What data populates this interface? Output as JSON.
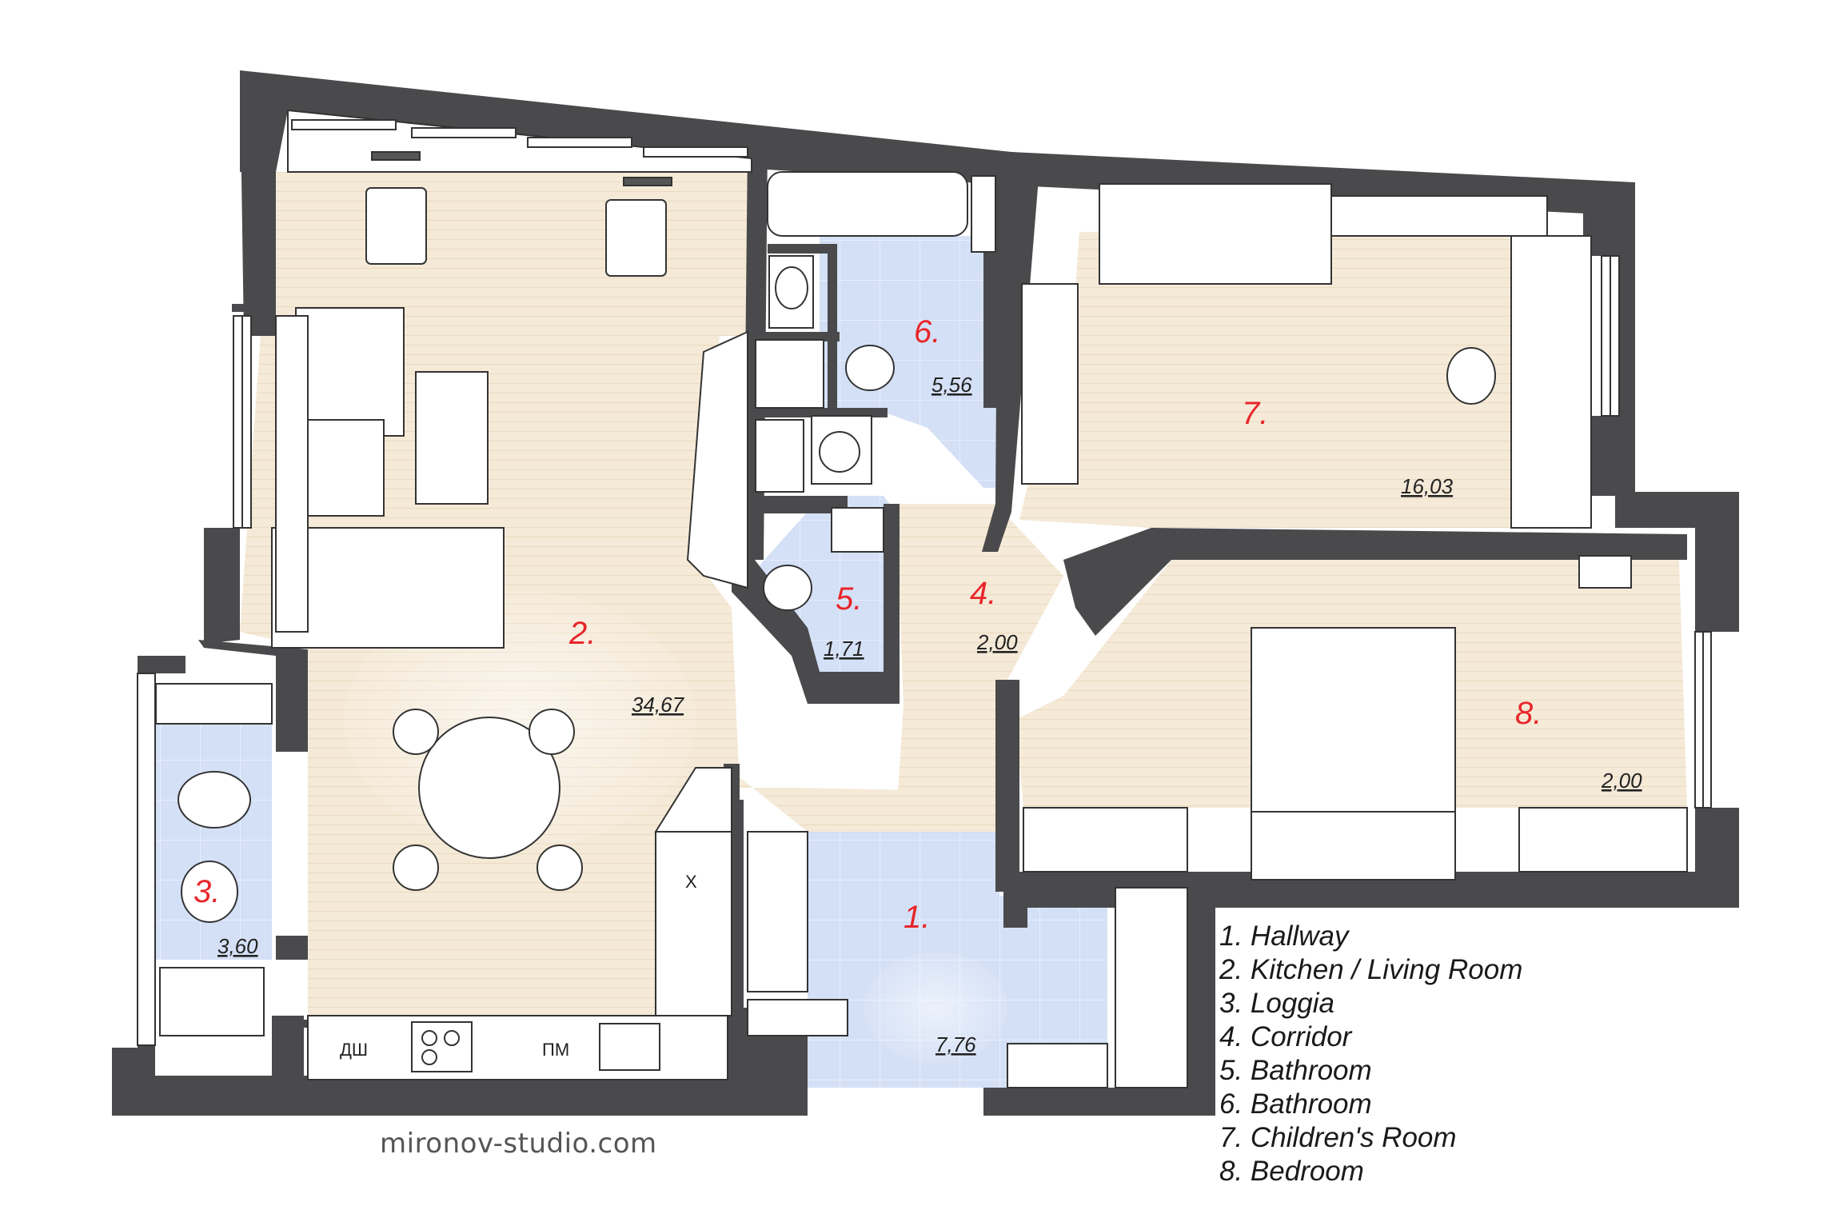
{
  "rooms": [
    {
      "number": "1.",
      "area": "7,76"
    },
    {
      "number": "2.",
      "area": "34,67"
    },
    {
      "number": "3.",
      "area": "3,60"
    },
    {
      "number": "4.",
      "area": "2,00"
    },
    {
      "number": "5.",
      "area": "1,71"
    },
    {
      "number": "6.",
      "area": "5,56"
    },
    {
      "number": "7.",
      "area": "16,03"
    },
    {
      "number": "8.",
      "area": "2,00"
    }
  ],
  "appliance_labels": {
    "dishwasher": "ДШ",
    "washer": "ПМ",
    "fridge_mark": "X"
  },
  "legend": [
    "1. Hallway",
    "2. Kitchen / Living Room",
    "3. Loggia",
    "4. Corridor",
    "5. Bathroom",
    "6. Bathroom",
    "7. Children's Room",
    "8. Bedroom"
  ],
  "website": "mironov-studio.com",
  "colors": {
    "wall": "#4a4a4c",
    "floor_wood": "#f4e9d6",
    "floor_tile": "#cfdcf4",
    "room_number": "#e8262b"
  }
}
